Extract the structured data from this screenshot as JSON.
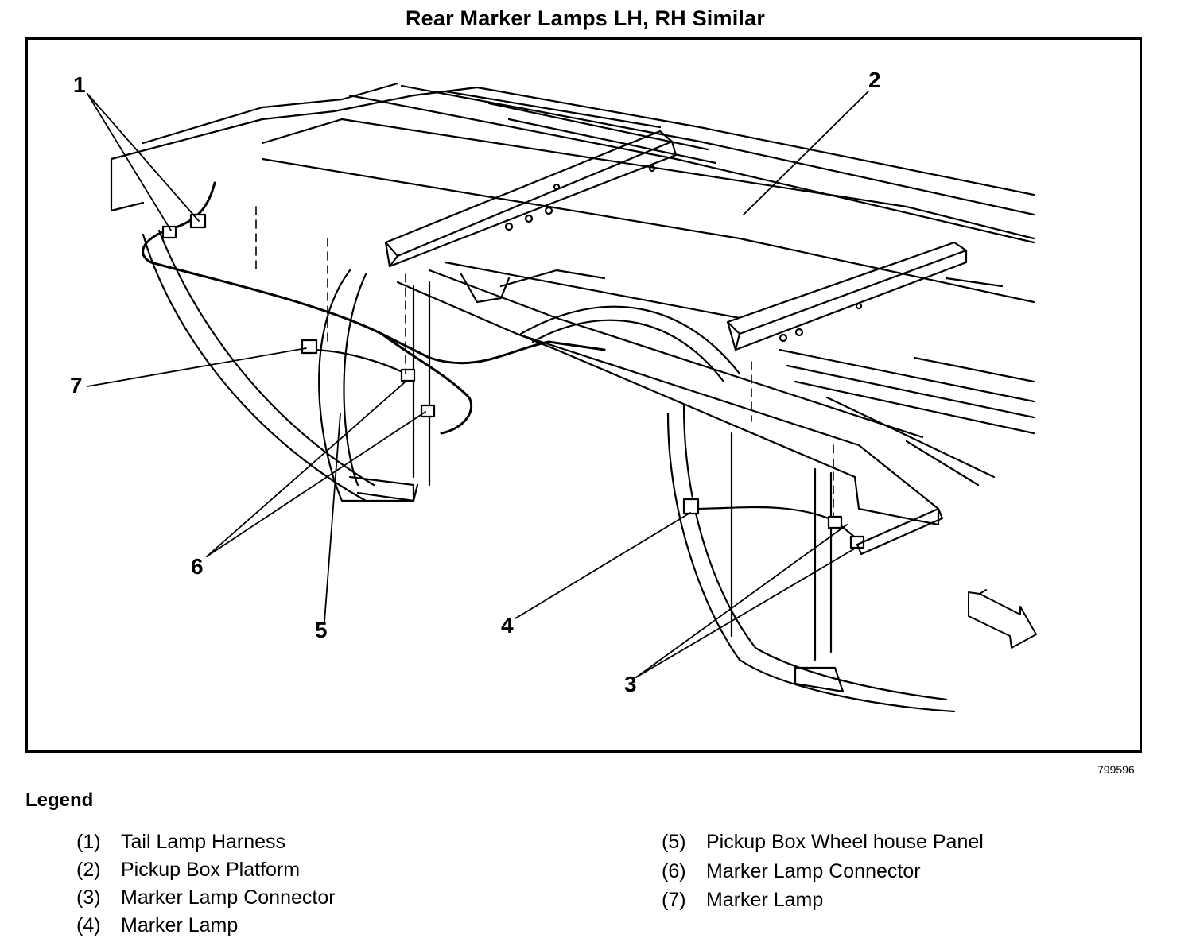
{
  "title": "Rear Marker Lamps LH, RH Similar",
  "figure_id": "799596",
  "callouts": {
    "c1": "1",
    "c2": "2",
    "c3": "3",
    "c4": "4",
    "c5": "5",
    "c6": "6",
    "c7": "7"
  },
  "legend": {
    "heading": "Legend",
    "items": [
      {
        "num": "(1)",
        "label": "Tail Lamp Harness"
      },
      {
        "num": "(2)",
        "label": "Pickup Box Platform"
      },
      {
        "num": "(3)",
        "label": "Marker Lamp Connector"
      },
      {
        "num": "(4)",
        "label": "Marker Lamp"
      },
      {
        "num": "(5)",
        "label": "Pickup Box Wheel house Panel"
      },
      {
        "num": "(6)",
        "label": "Marker Lamp Connector"
      },
      {
        "num": "(7)",
        "label": "Marker Lamp"
      }
    ]
  }
}
